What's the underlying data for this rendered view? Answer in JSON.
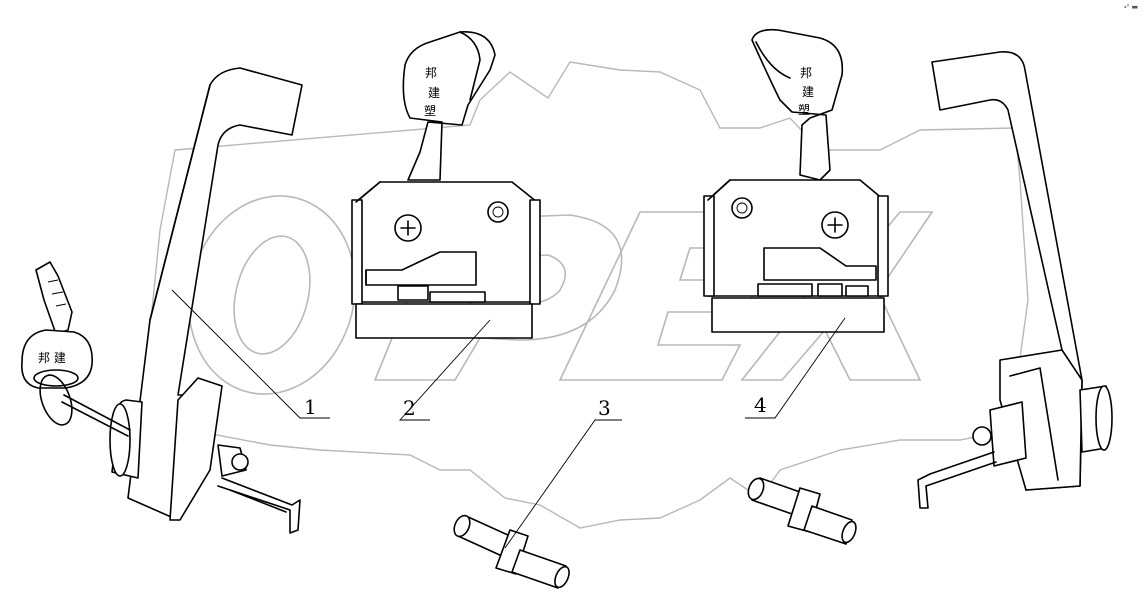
{
  "diagram": {
    "callouts": [
      {
        "id": "1",
        "label": "1"
      },
      {
        "id": "2",
        "label": "2"
      },
      {
        "id": "3",
        "label": "3"
      },
      {
        "id": "4",
        "label": "4"
      }
    ],
    "watermark_text": "OPEX",
    "handle_emboss": [
      "邦",
      "建",
      "塑"
    ],
    "key_tag_text": "邦 建",
    "corner_mark": "⬩⁰ ▬"
  }
}
